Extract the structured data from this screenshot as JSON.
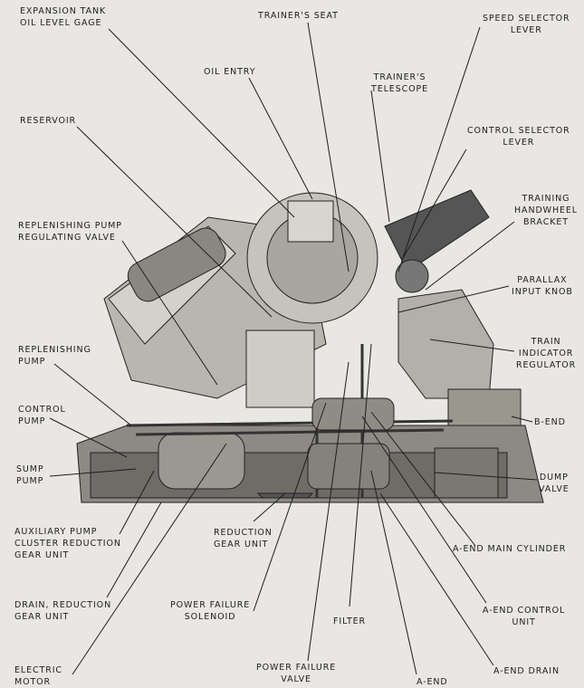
{
  "labels": {
    "expansion_tank": "EXPANSION TANK\nOIL LEVEL GAGE",
    "trainers_seat": "TRAINER'S SEAT",
    "speed_selector": "SPEED SELECTOR\nLEVER",
    "oil_entry": "OIL ENTRY",
    "trainers_telescope": "TRAINER'S\nTELESCOPE",
    "reservoir": "RESERVOIR",
    "control_selector": "CONTROL SELECTOR\nLEVER",
    "training_handwheel": "TRAINING\nHANDWHEEL\nBRACKET",
    "replenishing_valve": "REPLENISHING PUMP\nREGULATING VALVE",
    "parallax_knob": "PARALLAX\nINPUT KNOB",
    "replenishing_pump": "REPLENISHING\nPUMP",
    "train_indicator": "TRAIN\nINDICATOR\nREGULATOR",
    "control_pump": "CONTROL\nPUMP",
    "b_end": "B-END",
    "sump_pump": "SUMP\nPUMP",
    "dump_valve": "DUMP\nVALVE",
    "aux_pump": "AUXILIARY PUMP\nCLUSTER REDUCTION\nGEAR UNIT",
    "reduction_gear": "REDUCTION\nGEAR UNIT",
    "a_end_cylinder": "A-END MAIN CYLINDER",
    "drain_reduction": "DRAIN, REDUCTION\nGEAR UNIT",
    "power_solenoid": "POWER FAILURE\nSOLENOID",
    "filter": "FILTER",
    "a_end_control": "A-END CONTROL\nUNIT",
    "electric_motor": "ELECTRIC\nMOTOR",
    "power_valve": "POWER FAILURE\nVALVE",
    "a_end": "A-END",
    "a_end_drain": "A-END DRAIN"
  }
}
